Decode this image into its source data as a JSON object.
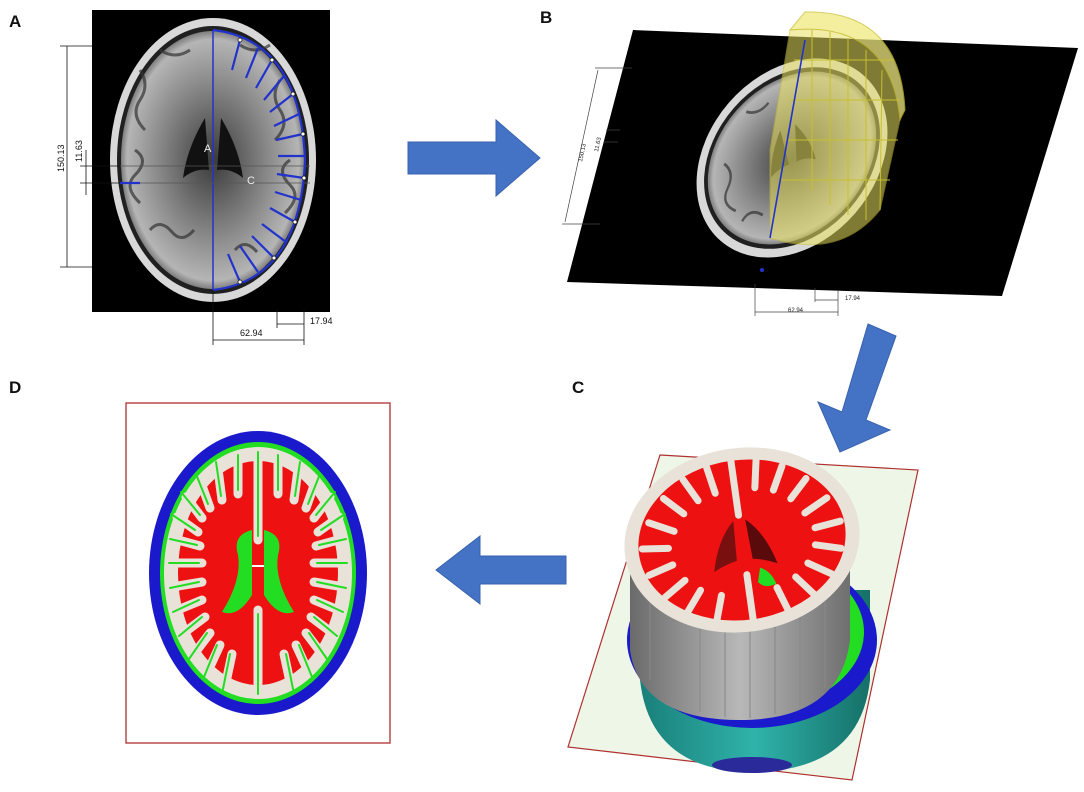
{
  "panels": {
    "a": {
      "letter": "A"
    },
    "b": {
      "letter": "B"
    },
    "c": {
      "letter": "C"
    },
    "d": {
      "letter": "D"
    }
  },
  "dimensions": {
    "height": "150.13",
    "offset": "11.63",
    "width": "62.94",
    "gap": "17.94"
  },
  "mri_labels": {
    "a": "A",
    "c": "C"
  },
  "colors": {
    "scalp": "#1a1acc",
    "csf": "#22dd22",
    "gray_matter": "#e8e2d8",
    "white_matter": "#ee1111",
    "ventricles": "#22dd22",
    "arrow": "#4472c4",
    "frame": "#b03030",
    "sketch": "#2233cc",
    "extrude": "#e8e060"
  },
  "icons": {
    "arrow_ab": "arrow-right-icon",
    "arrow_bc": "arrow-down-left-icon",
    "arrow_cd": "arrow-left-icon"
  }
}
